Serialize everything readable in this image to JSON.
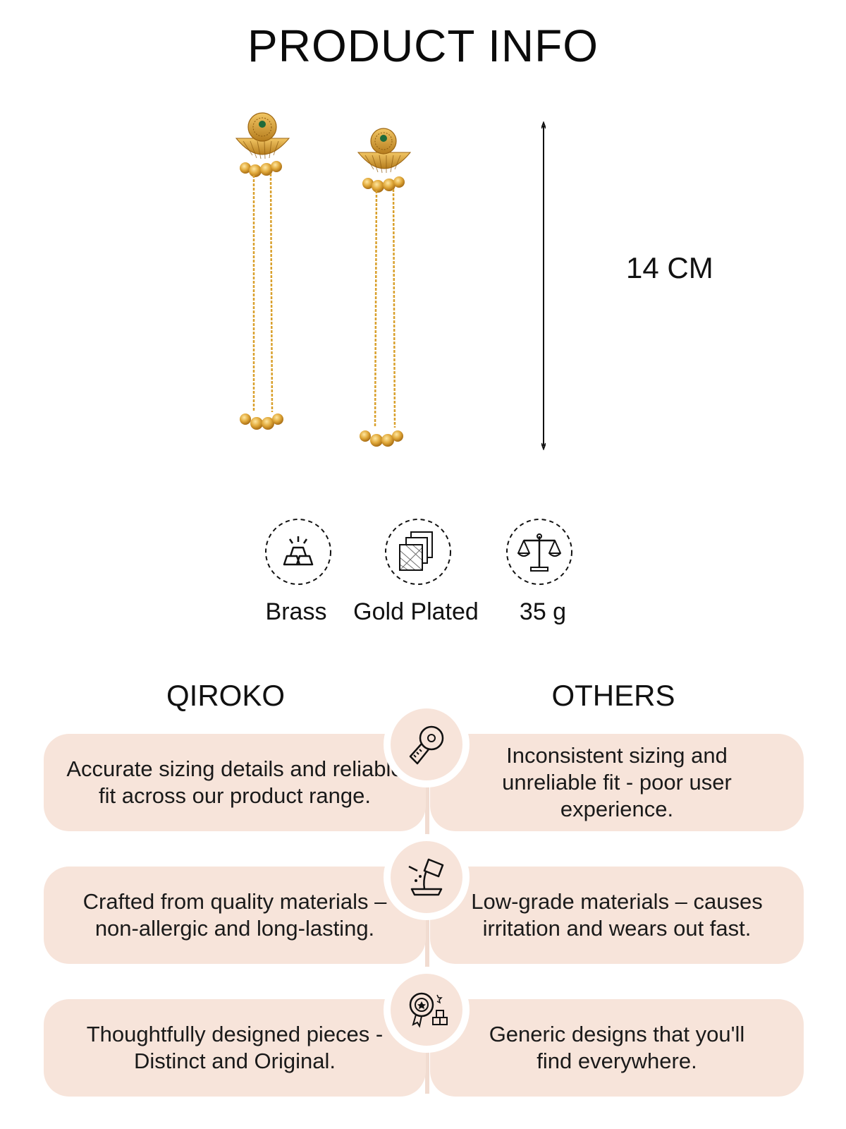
{
  "header": {
    "title": "PRODUCT INFO"
  },
  "product": {
    "length_label": "14 CM"
  },
  "specs": [
    {
      "icon": "metal-bars-icon",
      "label": "Brass"
    },
    {
      "icon": "plating-layers-icon",
      "label": "Gold Plated"
    },
    {
      "icon": "weighing-scale-icon",
      "label": "35 g"
    }
  ],
  "comparison": {
    "left_heading": "QIROKO",
    "right_heading": "OTHERS",
    "rows": [
      {
        "icon": "measuring-tape-icon",
        "left": "Accurate sizing details and reliable fit across our product range.",
        "right": "Inconsistent sizing and unreliable fit - poor user experience."
      },
      {
        "icon": "pouring-material-icon",
        "left": "Crafted from quality materials – non-allergic and long-lasting.",
        "right": "Low-grade materials – causes irritation and wears out fast."
      },
      {
        "icon": "design-badge-icon",
        "left": "Thoughtfully designed pieces - Distinct and Original.",
        "right": "Generic designs that you'll find everywhere."
      }
    ]
  },
  "colors": {
    "pill_background": "#f7e4da",
    "gold": "#d9a02c",
    "emerald": "#1f6b3a",
    "text": "#111111"
  }
}
